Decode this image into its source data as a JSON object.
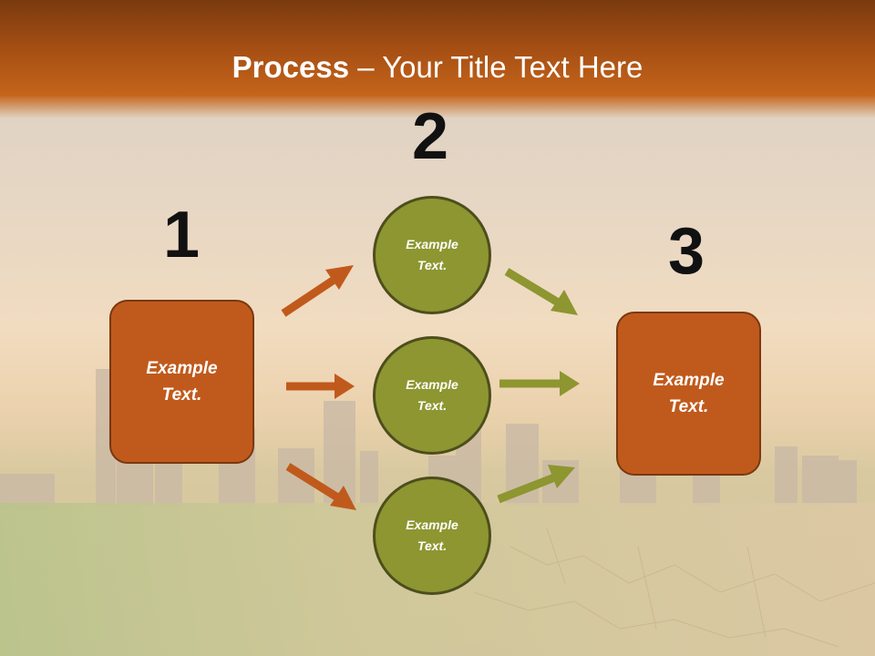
{
  "title": {
    "bold": "Process",
    "rest": " – Your Title Text Here"
  },
  "numbers": [
    "1",
    "2",
    "3"
  ],
  "left_box": {
    "line1": "Example",
    "line2": "Text."
  },
  "right_box": {
    "line1": "Example",
    "line2": "Text."
  },
  "circles": [
    {
      "line1": "Example",
      "line2": "Text."
    },
    {
      "line1": "Example",
      "line2": "Text."
    },
    {
      "line1": "Example",
      "line2": "Text."
    }
  ],
  "colors": {
    "orange_box": "#c05a1c",
    "olive_circle": "#8d9630",
    "orange_arrow": "#c05a1c",
    "olive_arrow": "#8d9630",
    "header": "#c5641a"
  }
}
